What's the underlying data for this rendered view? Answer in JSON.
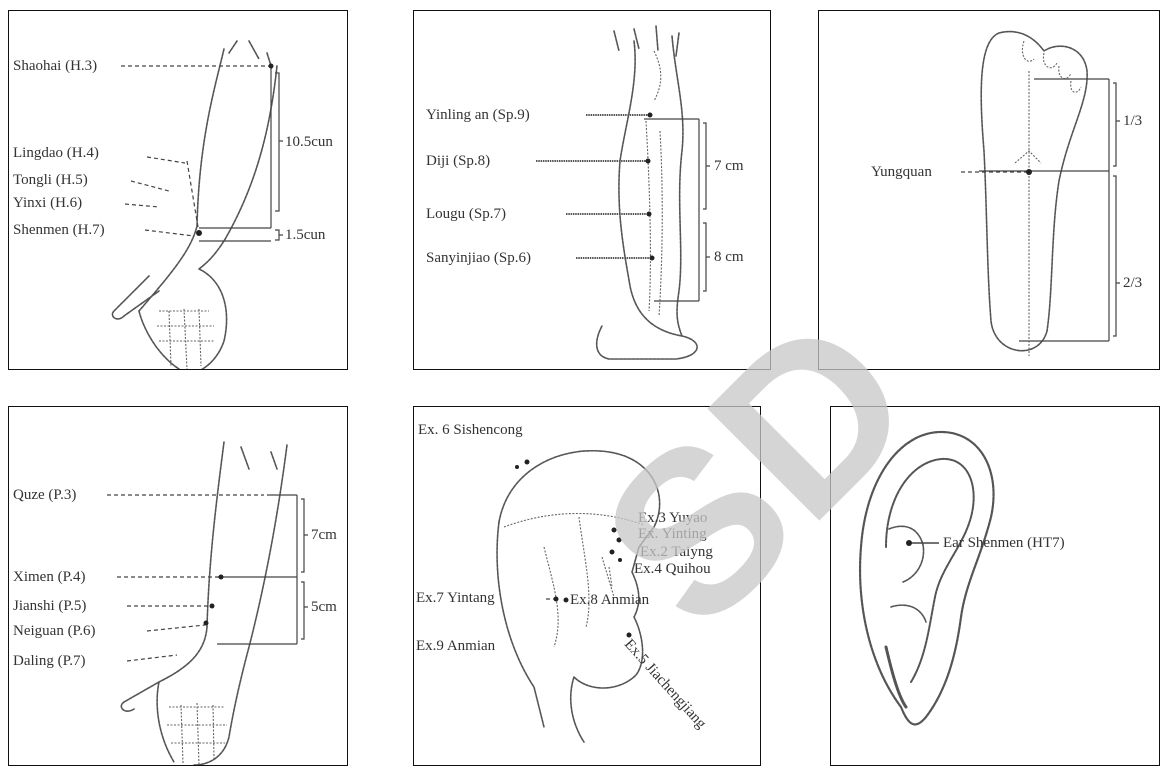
{
  "panels": {
    "heart": {
      "labels": [
        "Shaohai (H.3)",
        "Lingdao (H.4)",
        "Tongli (H.5)",
        "Yinxi (H.6)",
        "Shenmen (H.7)"
      ],
      "measures": [
        "10.5cun",
        "1.5cun"
      ]
    },
    "spleen": {
      "labels": [
        "Yinling an (Sp.9)",
        "Diji (Sp.8)",
        "Lougu (Sp.7)",
        "Sanyinjiao (Sp.6)"
      ],
      "measures": [
        "7 cm",
        "8 cm"
      ]
    },
    "kidney": {
      "labels": [
        "Yungquan"
      ],
      "measures": [
        "1/3",
        "2/3"
      ]
    },
    "pericardium": {
      "labels": [
        "Quze (P.3)",
        "Ximen (P.4)",
        "Jianshi (P.5)",
        "Neiguan (P.6)",
        "Daling (P.7)"
      ],
      "measures": [
        "7cm",
        "5cm"
      ]
    },
    "head": {
      "labels": [
        "Ex. 6 Sishencong",
        "Ex.3 Yuyao",
        "Ex. Yinting",
        "Ex.2 Taiyng",
        "Ex.4 Quihou",
        "Ex.7 Yintang",
        "Ex.8 Anmian",
        "Ex.9 Anmian",
        "Ex.5 Jiachengjiang"
      ]
    },
    "ear": {
      "labels": [
        "Ear Shenmen (HT7)"
      ]
    }
  },
  "watermark": {
    "text": "SD",
    "color": "#c8c8c8"
  }
}
